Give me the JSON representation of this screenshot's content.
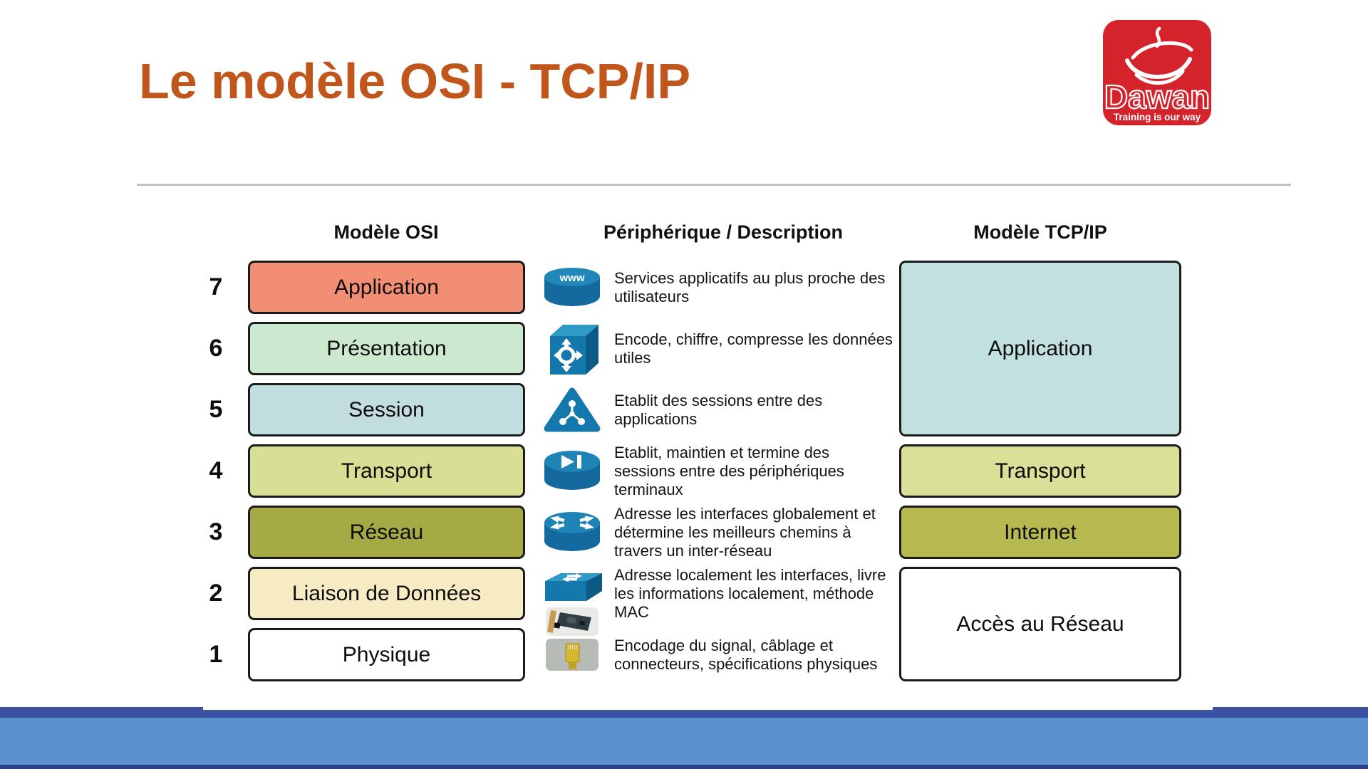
{
  "title": "Le modèle OSI - TCP/IP",
  "logo": {
    "name": "Dawan",
    "tagline": "Training is our way",
    "bg_color": "#D5232C"
  },
  "columns": {
    "osi_header": "Modèle OSI",
    "middle_header": "Périphérique / Description",
    "tcpip_header": "Modèle TCP/IP"
  },
  "osi": {
    "layers": [
      {
        "num": "7",
        "label": "Application",
        "color": "#F18E74"
      },
      {
        "num": "6",
        "label": "Présentation",
        "color": "#CCE9CF"
      },
      {
        "num": "5",
        "label": "Session",
        "color": "#C1DDDF"
      },
      {
        "num": "4",
        "label": "Transport",
        "color": "#D8DE94"
      },
      {
        "num": "3",
        "label": "Réseau",
        "color": "#A5AA45"
      },
      {
        "num": "2",
        "label": "Liaison de Données",
        "color": "#F7EBC4"
      },
      {
        "num": "1",
        "label": "Physique",
        "color": "#FFFFFF"
      }
    ]
  },
  "descriptions": {
    "items": [
      {
        "icon": "www-server-icon",
        "icon_label": "www",
        "lines": [
          "Services applicatifs au plus proche des",
          "utilisateurs"
        ]
      },
      {
        "icon": "presentation-cube-icon",
        "lines": [
          "Encode, chiffre, compresse les données",
          "utiles"
        ]
      },
      {
        "icon": "session-triangle-icon",
        "lines": [
          "Etablit des sessions entre des",
          "applications"
        ]
      },
      {
        "icon": "endpoint-cylinder-icon",
        "lines": [
          "Etablit, maintien et termine des",
          "sessions entre des périphériques",
          "terminaux"
        ]
      },
      {
        "icon": "router-icon",
        "lines": [
          "Adresse les interfaces globalement et",
          "détermine les meilleurs chemins à",
          "travers un inter-réseau"
        ]
      },
      {
        "icons": [
          "switch-icon",
          "nic-card-photo"
        ],
        "lines": [
          "Adresse localement les interfaces, livre",
          "les informations localement, méthode",
          "MAC"
        ]
      },
      {
        "icon": "rj45-connector-photo",
        "lines": [
          "Encodage du signal, câblage et",
          "connecteurs, spécifications physiques"
        ]
      }
    ]
  },
  "tcpip": {
    "boxes": [
      {
        "label": "Application",
        "color": "#C3E0E0",
        "span": 3
      },
      {
        "label": "Transport",
        "color": "#DBE098",
        "span": 1
      },
      {
        "label": "Internet",
        "color": "#B5B94F",
        "span": 1
      },
      {
        "label": "Accès au Réseau",
        "color": "#FFFFFF",
        "span": 2
      }
    ]
  },
  "footer": {
    "stripe_color": "#3A51A4",
    "bar_color": "#5B92CD",
    "bottom_color": "#2C3F8F"
  },
  "icon_colors": {
    "cisco_blue": "#1478AC",
    "cisco_blue_light": "#2E9AC6",
    "cisco_blue_dark": "#0C5B86"
  }
}
